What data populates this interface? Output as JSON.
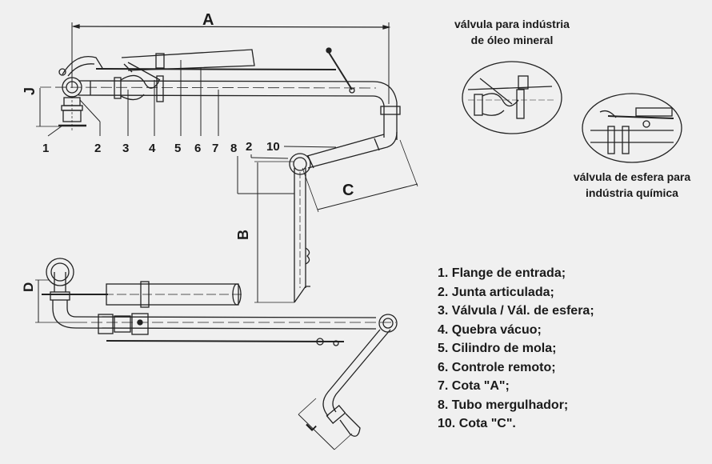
{
  "diagram": {
    "dimension_labels": {
      "a": "A",
      "b": "B",
      "c": "C",
      "d": "D",
      "j": "J",
      "l": "L"
    },
    "callouts": [
      "1",
      "2",
      "3",
      "4",
      "5",
      "6",
      "7",
      "8",
      "2",
      "10"
    ]
  },
  "insets": {
    "mineral_oil": {
      "caption_line1": "válvula para indústria",
      "caption_line2": "de óleo mineral"
    },
    "chemical": {
      "caption_line1": "válvula de esfera para",
      "caption_line2": "indústria química"
    }
  },
  "legend": {
    "items": [
      "1. Flange de entrada;",
      "2. Junta articulada;",
      "3. Válvula / Vál. de esfera;",
      "4. Quebra vácuo;",
      "5. Cilindro de mola;",
      "6. Controle remoto;",
      "7. Cota \"A\";",
      "8. Tubo mergulhador;",
      "10. Cota \"C\"."
    ]
  },
  "colors": {
    "background": "#f0f0f0",
    "ink": "#1a1a1a"
  }
}
